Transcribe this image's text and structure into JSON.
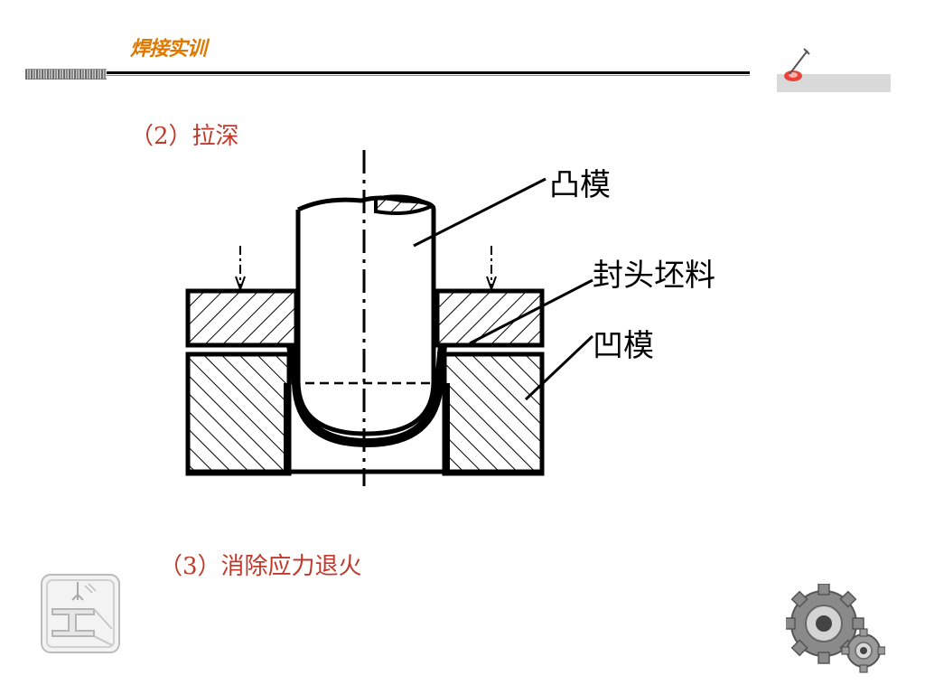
{
  "header": {
    "title": "焊接实训"
  },
  "sections": {
    "drawing": "（2）拉深",
    "stress_relief": "（3）消除应力退火"
  },
  "diagram": {
    "labels": {
      "punch": "凸模",
      "blank": "封头坯料",
      "die": "凹模"
    }
  },
  "icons": {
    "corner": "welding-torch-icon",
    "bottom_left": "steel-beam-crane-icon",
    "bottom_right": "gears-icon"
  },
  "colors": {
    "header_title": "#e07800",
    "heading_text": "#c0392b"
  }
}
